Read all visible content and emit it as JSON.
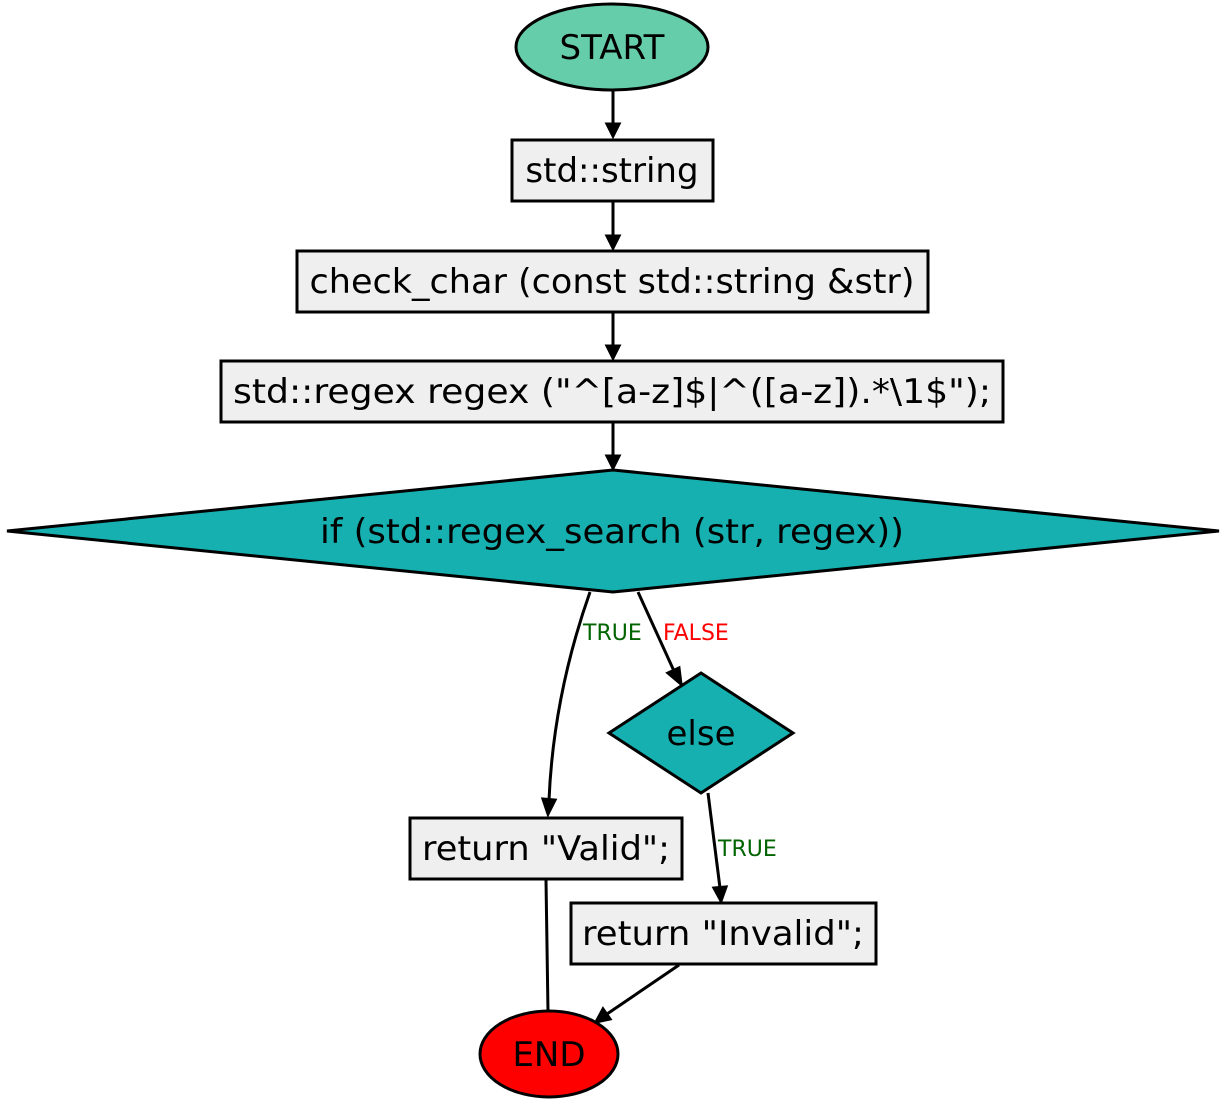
{
  "nodes": {
    "start": {
      "label": "START",
      "fill": "#66cdaa"
    },
    "declare_string": {
      "label": "std::string",
      "fill": "#efefef"
    },
    "function_signature": {
      "label": "check_char (const std::string &str)",
      "fill": "#efefef"
    },
    "regex_declaration": {
      "label": "std::regex regex (\"^[a-z]$|^([a-z]).*\\1$\");",
      "fill": "#efefef"
    },
    "if_condition": {
      "label": "if (std::regex_search (str, regex))",
      "fill": "#17b0b0"
    },
    "else_branch": {
      "label": "else",
      "fill": "#17b0b0"
    },
    "return_valid": {
      "label": "return \"Valid\";",
      "fill": "#efefef"
    },
    "return_invalid": {
      "label": "return \"Invalid\";",
      "fill": "#efefef"
    },
    "end": {
      "label": "END",
      "fill": "#ff0000"
    }
  },
  "edges": {
    "if_true": {
      "label": "TRUE",
      "color": "#006400"
    },
    "if_false": {
      "label": "FALSE",
      "color": "#ff0000"
    },
    "else_true": {
      "label": "TRUE",
      "color": "#006400"
    }
  }
}
